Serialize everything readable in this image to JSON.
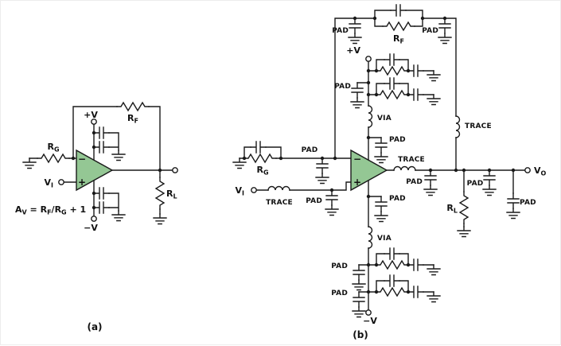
{
  "meta": {
    "background": "#ffffff",
    "line_color": "#1a1a1a",
    "opamp_fill": "#94c794"
  },
  "circuit_a": {
    "caption": "(a)",
    "opamp": {
      "minus": "−",
      "plus": "+"
    },
    "rg": {
      "main": "R",
      "sub": "G"
    },
    "rf": {
      "main": "R",
      "sub": "F"
    },
    "rl": {
      "main": "R",
      "sub": "L"
    },
    "vi": {
      "main": "V",
      "sub": "I"
    },
    "pos_supply": "+V",
    "neg_supply": "−V",
    "formula": {
      "a": "A",
      "a_sub": "V",
      "eq": " = R",
      "f_sub": "F",
      "slash": "/R",
      "g_sub": "G",
      "tail": " + 1"
    }
  },
  "circuit_b": {
    "caption": "(b)",
    "opamp": {
      "minus": "−",
      "plus": "+"
    },
    "rg": {
      "main": "R",
      "sub": "G"
    },
    "rf": {
      "main": "R",
      "sub": "F"
    },
    "rl": {
      "main": "R",
      "sub": "L"
    },
    "vi": {
      "main": "V",
      "sub": "I"
    },
    "vo": {
      "main": "V",
      "sub": "O"
    },
    "pos_supply": "+V",
    "neg_supply": "−V",
    "pad": "PAD",
    "trace": "TRACE",
    "via": "VIA"
  }
}
